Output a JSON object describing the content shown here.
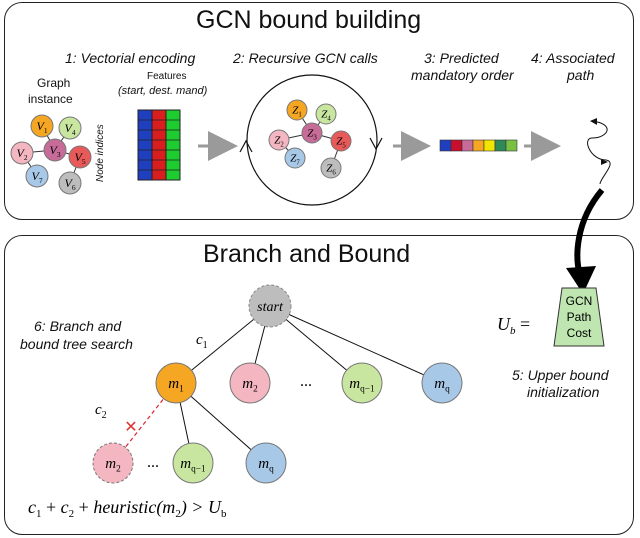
{
  "top_panel": {
    "title": "GCN bound building",
    "steps": {
      "s1": "1: Vectorial encoding",
      "s2": "2: Recursive GCN calls",
      "s3a": "3: Predicted",
      "s3b": "mandatory order",
      "s4a": "4: Associated",
      "s4b": "path"
    },
    "graph_instance_a": "Graph",
    "graph_instance_b": "instance",
    "features_title": "Features",
    "features_cols": "(start, dest. mand)",
    "node_indices": "Node indices",
    "graph_nodes": [
      {
        "sym": "V",
        "sub": "1",
        "color": "#f5a623"
      },
      {
        "sym": "V",
        "sub": "4",
        "color": "#c8e6a0"
      },
      {
        "sym": "V",
        "sub": "2",
        "color": "#f4b6c0"
      },
      {
        "sym": "V",
        "sub": "3",
        "color": "#c76b98"
      },
      {
        "sym": "V",
        "sub": "5",
        "color": "#e85a5a"
      },
      {
        "sym": "V",
        "sub": "7",
        "color": "#a8c8e8"
      },
      {
        "sym": "V",
        "sub": "6",
        "color": "#bdbdbd"
      }
    ],
    "gcn_nodes": [
      {
        "sym": "Z",
        "sub": "1",
        "color": "#f5a623"
      },
      {
        "sym": "Z",
        "sub": "4",
        "color": "#c8e6a0"
      },
      {
        "sym": "Z",
        "sub": "2",
        "color": "#f4b6c0"
      },
      {
        "sym": "Z",
        "sub": "3",
        "color": "#c76b98"
      },
      {
        "sym": "Z",
        "sub": "5",
        "color": "#e85a5a"
      },
      {
        "sym": "Z",
        "sub": "7",
        "color": "#a8c8e8"
      },
      {
        "sym": "Z",
        "sub": "6",
        "color": "#bdbdbd"
      }
    ],
    "order_colors": [
      "#1f3fbf",
      "#c8102e",
      "#c76b98",
      "#f5a623",
      "#f2e600",
      "#2e8b57",
      "#7ac143"
    ]
  },
  "bottom_panel": {
    "title": "Branch and Bound",
    "tree_search_a": "6: Branch and",
    "tree_search_b": "bound tree search",
    "upper_bound_a": "5: Upper bound",
    "upper_bound_b": "initialization",
    "gcn_cost_lines": [
      "GCN",
      "Path",
      "Cost"
    ],
    "ub_label": "U",
    "ub_sub": "b",
    "tree": {
      "root": "start",
      "level1": [
        {
          "sym": "m",
          "sub": "1",
          "color": "#f5a623"
        },
        {
          "sym": "m",
          "sub": "2",
          "color": "#f4b6c0"
        },
        {
          "sym": "m",
          "sub": "q−1",
          "color": "#c8e6a0"
        },
        {
          "sym": "m",
          "sub": "q",
          "color": "#a8c8e8"
        }
      ],
      "level2": [
        {
          "sym": "m",
          "sub": "2",
          "color": "#f4b6c0"
        },
        {
          "sym": "m",
          "sub": "q−1",
          "color": "#c8e6a0"
        },
        {
          "sym": "m",
          "sub": "q",
          "color": "#a8c8e8"
        }
      ],
      "ellipsis": "...",
      "edge_c1": "c",
      "edge_c1_sub": "1",
      "edge_c2": "c",
      "edge_c2_sub": "2",
      "prune_mark": "✕"
    },
    "formula": {
      "t1": "c",
      "s1": "1",
      "op1": " + ",
      "t2": "c",
      "s2": "2",
      "op2": " + ",
      "t3": "heuristic",
      "t4": "(m",
      "s4": "2",
      "t5": ") > U",
      "s5": "b"
    }
  }
}
